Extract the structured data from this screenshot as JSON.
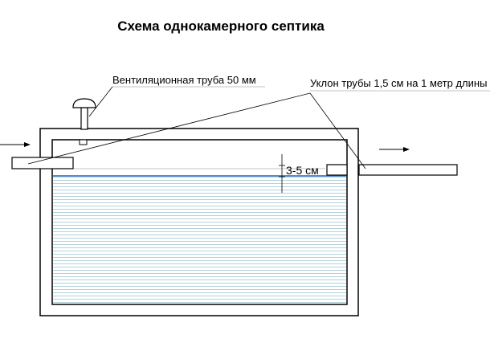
{
  "title": "Схема однокамерного септика",
  "labels": {
    "vent_pipe": "Вентиляционная труба 50 мм",
    "pipe_slope": "Уклон трубы 1,5 см на 1 метр длины",
    "gap": "3-5 см"
  },
  "colors": {
    "outline": "#000000",
    "water_line": "#3b7fc6",
    "hatch": "#9ec6d4"
  }
}
